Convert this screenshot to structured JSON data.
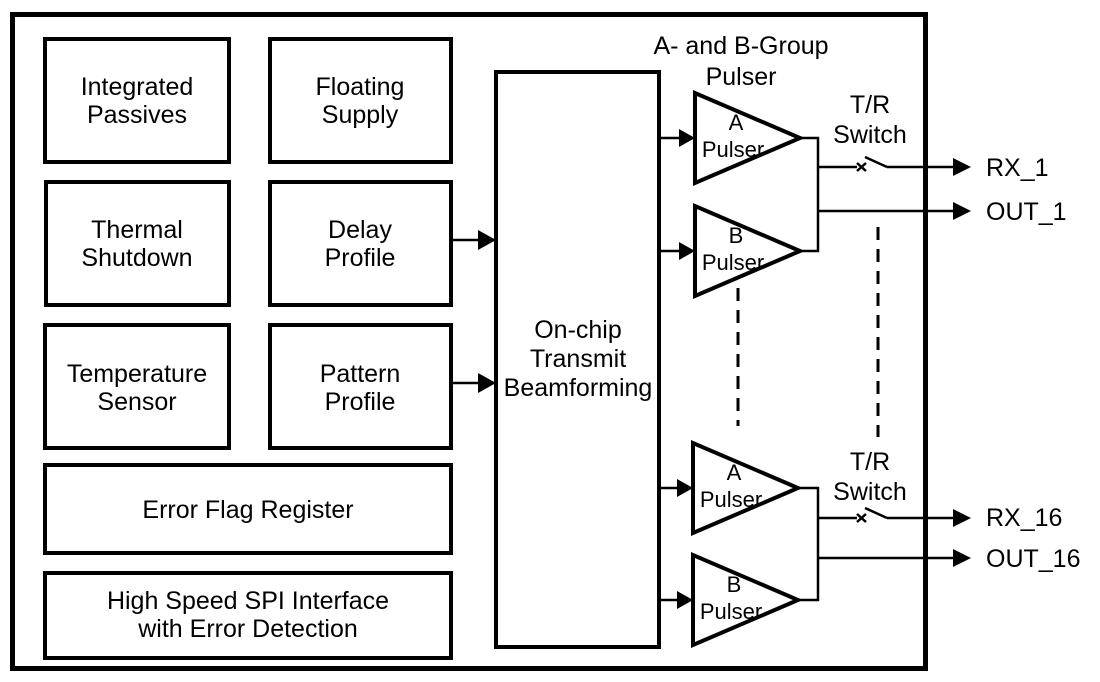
{
  "diagram": {
    "colors": {
      "line": "#000000",
      "background": "#ffffff"
    },
    "title": {
      "line1": "A- and B-Group",
      "line2": "Pulser"
    },
    "blocks": {
      "integrated_passives": [
        "Integrated",
        "Passives"
      ],
      "floating_supply": [
        "Floating",
        "Supply"
      ],
      "thermal_shutdown": [
        "Thermal",
        "Shutdown"
      ],
      "delay_profile": [
        "Delay",
        "Profile"
      ],
      "temperature_sensor": [
        "Temperature",
        "Sensor"
      ],
      "pattern_profile": [
        "Pattern",
        "Profile"
      ],
      "error_flag_register": [
        "Error Flag Register"
      ],
      "spi_interface": [
        "High Speed SPI Interface",
        "with Error Detection"
      ],
      "beamforming": [
        "On-chip",
        "Transmit",
        "Beamforming"
      ]
    },
    "pulsers": {
      "group1": {
        "a": [
          "A",
          "Pulser"
        ],
        "b": [
          "B",
          "Pulser"
        ]
      },
      "group2": {
        "a": [
          "A",
          "Pulser"
        ],
        "b": [
          "B",
          "Pulser"
        ]
      }
    },
    "tr_switch": {
      "group1": [
        "T/R",
        "Switch"
      ],
      "group2": [
        "T/R",
        "Switch"
      ]
    },
    "outputs": {
      "rx1": "RX_1",
      "out1": "OUT_1",
      "rx16": "RX_16",
      "out16": "OUT_16"
    }
  }
}
